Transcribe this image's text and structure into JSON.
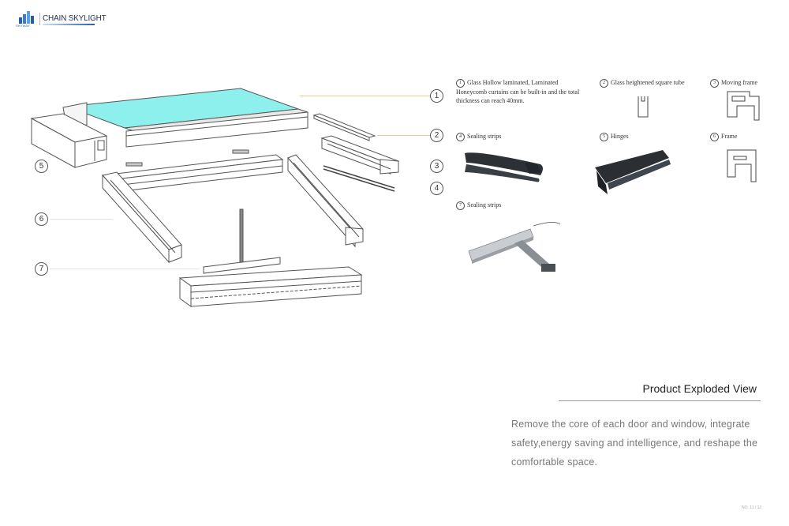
{
  "header": {
    "logo_subtext": "SKYWAY",
    "brand_text": "CHAIN SKYLIGHT"
  },
  "callouts": [
    "1",
    "2",
    "3",
    "4",
    "5",
    "6",
    "7"
  ],
  "legend": [
    {
      "num": "1",
      "text": "Glass  Hollow laminated, Laminated Honeycomb curtains can be built-in and the total thickness can reach 40mm."
    },
    {
      "num": "2",
      "text": "Glass heightened square tube"
    },
    {
      "num": "3",
      "text": "Moving frame"
    },
    {
      "num": "4",
      "text": "Sealing strips"
    },
    {
      "num": "5",
      "text": "Hinges"
    },
    {
      "num": "6",
      "text": "Frame"
    },
    {
      "num": "7",
      "text": "Sealing strips"
    }
  ],
  "section": {
    "title": "Product Exploded View",
    "description": "Remove the core of each door and window, integrate safety,energy saving and intelligence, and reshape the comfortable space."
  },
  "page_number": "NO. 11 / 12",
  "colors": {
    "glass": "#8ef0ec",
    "brand": "#2a5ea8",
    "frame_stroke": "#555555"
  }
}
